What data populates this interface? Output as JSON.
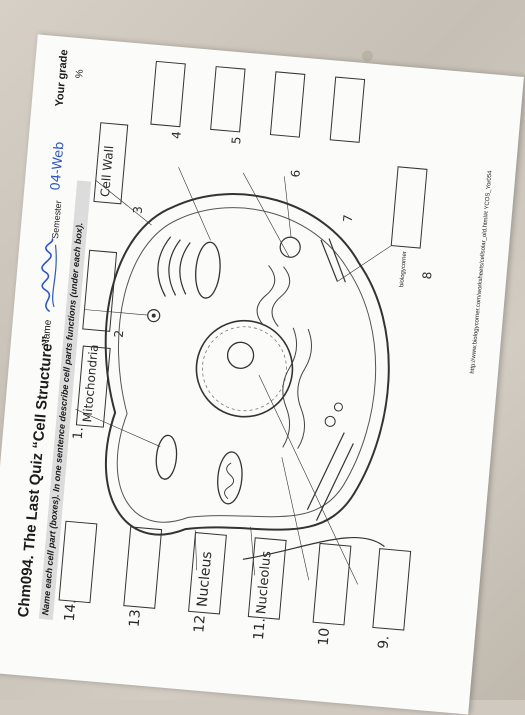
{
  "worksheet": {
    "title": "Chm094.   The Last Quiz “Cell Structure”",
    "name_label": "Name",
    "semester_label": "Semester",
    "semester_value": "04-Web",
    "grade_label": "Your grade",
    "grade_unit": "%",
    "instructions": "Name each cell part (boxes). In one sentence describe cell parts functions (under each box).",
    "website": "http://www.biologycorner.com/worksheets/cellsolar_old.html#t YCOS_Yor054",
    "diagram_credit": "biologycorner",
    "labels": [
      {
        "number": "1.",
        "answer": "Mitochondria"
      },
      {
        "number": "2",
        "answer": ""
      },
      {
        "number": "3",
        "answer": "Cell Wall"
      },
      {
        "number": "4",
        "answer": ""
      },
      {
        "number": "5",
        "answer": ""
      },
      {
        "number": "6",
        "answer": ""
      },
      {
        "number": "7",
        "answer": ""
      },
      {
        "number": "8",
        "answer": ""
      },
      {
        "number": "9.",
        "answer": ""
      },
      {
        "number": "10",
        "answer": ""
      },
      {
        "number": "11.",
        "answer": "Nucleolus"
      },
      {
        "number": "12",
        "answer": "Nucleus"
      },
      {
        "number": "13",
        "answer": ""
      },
      {
        "number": "14.",
        "answer": ""
      }
    ]
  }
}
